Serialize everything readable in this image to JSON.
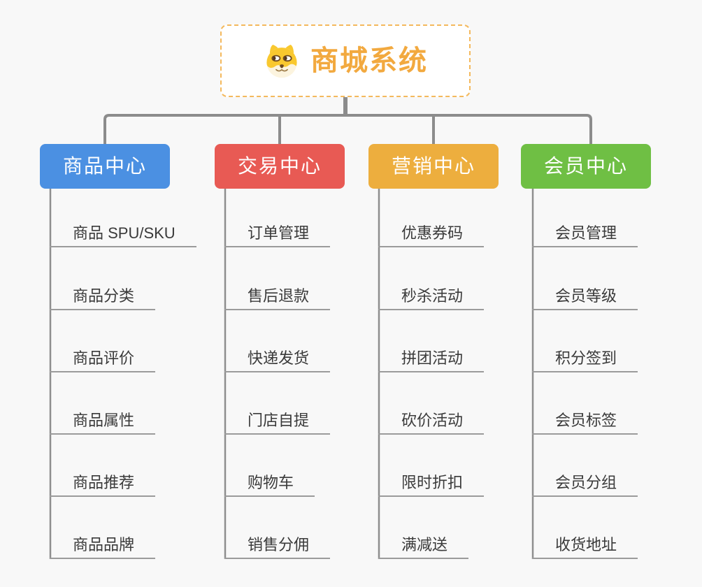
{
  "root": {
    "title": "商城系统",
    "icon": "shiba-dog-icon"
  },
  "branches": [
    {
      "label": "商品中心",
      "color": "#4B90E2",
      "items": [
        "商品 SPU/SKU",
        "商品分类",
        "商品评价",
        "商品属性",
        "商品推荐",
        "商品品牌"
      ]
    },
    {
      "label": "交易中心",
      "color": "#E85A54",
      "items": [
        "订单管理",
        "售后退款",
        "快递发货",
        "门店自提",
        "购物车",
        "销售分佣"
      ]
    },
    {
      "label": "营销中心",
      "color": "#EDAE3E",
      "items": [
        "优惠券码",
        "秒杀活动",
        "拼团活动",
        "砍价活动",
        "限时折扣",
        "满减送"
      ]
    },
    {
      "label": "会员中心",
      "color": "#6FBF44",
      "items": [
        "会员管理",
        "会员等级",
        "积分签到",
        "会员标签",
        "会员分组",
        "收货地址"
      ]
    }
  ],
  "colors": {
    "background": "#F8F8F8",
    "root_text": "#F2A93F",
    "root_border": "#F4B95D",
    "connector": "#8C8C8C",
    "leaf_underline": "#9B9B9B",
    "leaf_text": "#3A3A3A"
  }
}
